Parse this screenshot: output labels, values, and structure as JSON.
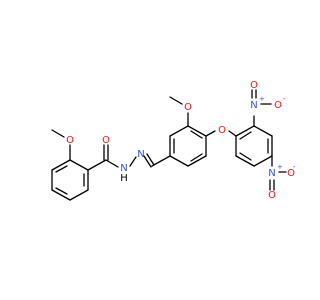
{
  "molecule": {
    "labels": {
      "o_carbonyl": "O",
      "o_methoxy_left": "O",
      "nh": "N",
      "nh_h": "H",
      "n_imine": "N",
      "o_methoxy_right": "O",
      "o_ether": "O",
      "n_nitro_top": "N",
      "n_nitro_top_charge": "+",
      "o_nitro_top_neg": "O",
      "o_nitro_top_neg_charge": "-",
      "o_nitro_top_dbl": "O",
      "n_nitro_bottom": "N",
      "n_nitro_bottom_charge": "+",
      "o_nitro_bottom_neg": "O",
      "o_nitro_bottom_neg_charge": "-",
      "o_nitro_bottom_dbl": "O"
    },
    "colors": {
      "bond": "#000000",
      "oxygen": "#ff0d0d",
      "nitrogen": "#3050f8",
      "hydrogen": "#000000"
    }
  }
}
